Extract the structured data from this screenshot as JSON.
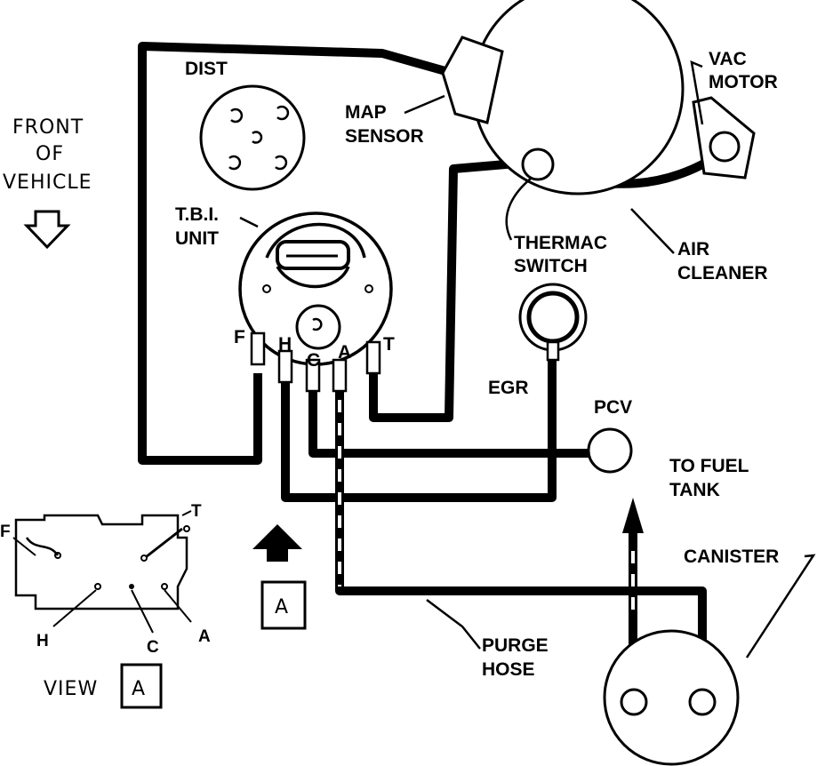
{
  "labels": {
    "dist": "DIST",
    "map_sensor_1": "MAP",
    "map_sensor_2": "SENSOR",
    "vac_motor_1": "VAC",
    "vac_motor_2": "MOTOR",
    "front_1": "FRONT",
    "front_2": "OF",
    "front_3": "VEHICLE",
    "tbi_1": "T.B.I.",
    "tbi_2": "UNIT",
    "thermac_1": "THERMAC",
    "thermac_2": "SWITCH",
    "air_cleaner_1": "AIR",
    "air_cleaner_2": "CLEANER",
    "egr": "EGR",
    "pcv": "PCV",
    "to_fuel_1": "TO FUEL",
    "to_fuel_2": "TANK",
    "canister": "CANISTER",
    "purge_1": "PURGE",
    "purge_2": "HOSE",
    "view": "VIEW",
    "view_letter": "A",
    "arrow_box_letter": "A"
  },
  "ports": {
    "f": "F",
    "h": "H",
    "c": "C",
    "a": "A",
    "t": "T"
  },
  "view_ports": {
    "f": "F",
    "t": "T",
    "h": "H",
    "c": "C",
    "a": "A"
  }
}
